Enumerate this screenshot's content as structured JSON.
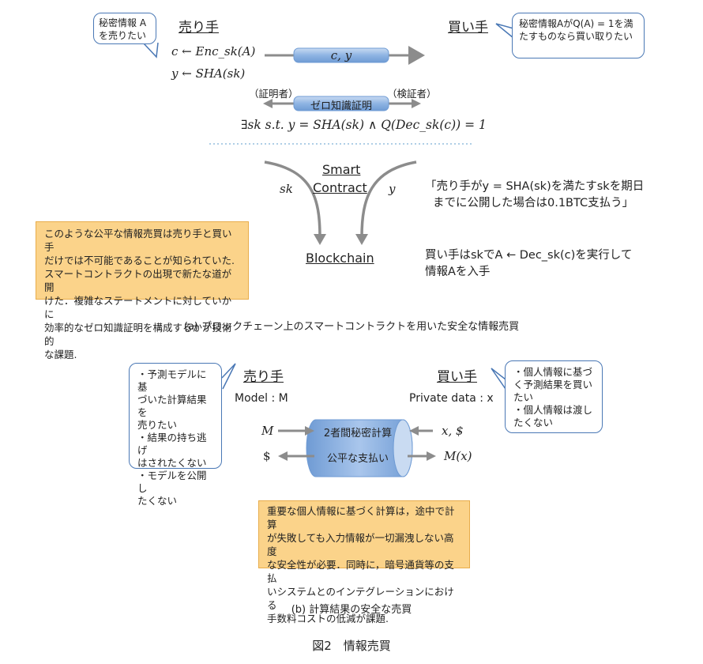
{
  "part_a": {
    "seller_bubble": "秘密情報 A を売りたい",
    "seller_title": "売り手",
    "buyer_title": "買い手",
    "buyer_bubble": "秘密情報AがQ(A) = 1を満たすものなら買い取りたい",
    "eq_c": "c ← Enc_sk(A)",
    "eq_y": "y ← SHA(sk)",
    "pipe1_label": "c, y",
    "prover_label": "（証明者）",
    "verifier_label": "（検証者）",
    "zk_label": "ゼロ知識証明",
    "zk_statement": "∃sk s.t. y = SHA(sk) ∧ Q(Dec_sk(c)) = 1",
    "smart_contract_line1": "Smart",
    "smart_contract_line2": "Contract",
    "arrow_left_label": "sk",
    "arrow_right_label": "y",
    "blockchain": "Blockchain",
    "contract_text_line1": "「売り手がy = SHA(sk)を満たすskを期日",
    "contract_text_line2": "までに公開した場合は0.1BTC支払う」",
    "buyer_exec_line1": "買い手はskでA ← Dec_sk(c)を実行して",
    "buyer_exec_line2": "情報Aを入手",
    "note_lines": [
      "このような公平な情報売買は売り手と買い手",
      "だけでは不可能であることが知られていた.",
      "スマートコントラクトの出現で新たな道が開",
      "けた．複雑なステートメントに対していかに",
      "効率的なゼロ知識証明を構成するかが技術的",
      "な課題."
    ],
    "caption": "(a) ブロックチェーン上のスマートコントラクトを用いた安全な情報売買"
  },
  "part_b": {
    "seller_bubble_lines": [
      "・予測モデルに基",
      "づいた計算結果を",
      "売りたい",
      "・結果の持ち逃げ",
      "はされたくない",
      "・モデルを公開し",
      "たくない"
    ],
    "seller_title": "売り手",
    "buyer_title": "買い手",
    "model_label": "Model : M",
    "private_label": "Private data : x",
    "buyer_bubble_lines": [
      "・個人情報に基づ",
      "く予測結果を買い",
      "たい",
      "・個人情報は渡し",
      "たくない"
    ],
    "in_left": "M",
    "in_right": "x, $",
    "out_left": "$",
    "out_right": "M(x)",
    "cyl_label1": "2者間秘密計算",
    "cyl_label2": "公平な支払い",
    "note_lines": [
      "重要な個人情報に基づく計算は，途中で計算",
      "が失敗しても入力情報が一切漏洩しない高度",
      "な安全性が必要．同時に，暗号通貨等の支払",
      "いシステムとのインテグレーションにおける",
      "手数料コストの低減が課題."
    ],
    "caption": "(b) 計算結果の安全な売買"
  },
  "figure_caption": "図2　情報売買",
  "colors": {
    "bubble_border": "#4a78b5",
    "note_fill": "#fbd38a",
    "pipe_blue": "#8eb4e3",
    "arrow_gray": "#8c8c8c"
  }
}
